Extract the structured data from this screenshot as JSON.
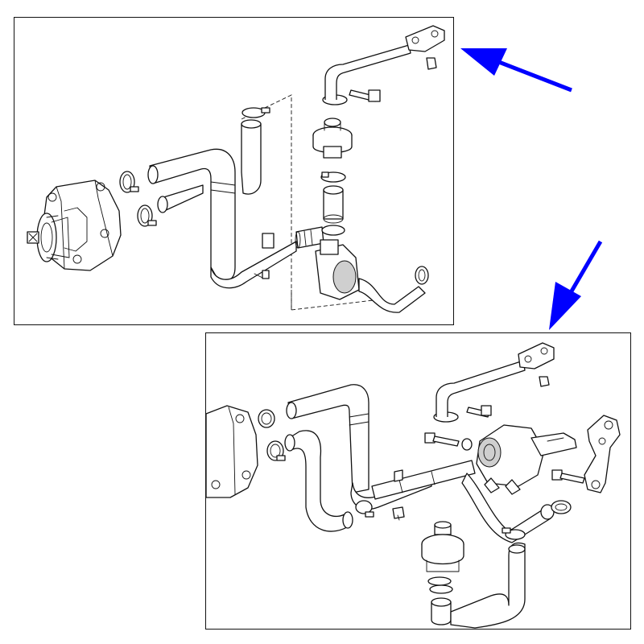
{
  "image": {
    "panels": [
      {
        "name": "top-panel"
      },
      {
        "name": "bottom-panel"
      }
    ],
    "arrows": [
      {
        "name": "arrow-top",
        "color": "#0000ff"
      },
      {
        "name": "arrow-bottom",
        "color": "#0000ff"
      }
    ],
    "text_labels": []
  }
}
